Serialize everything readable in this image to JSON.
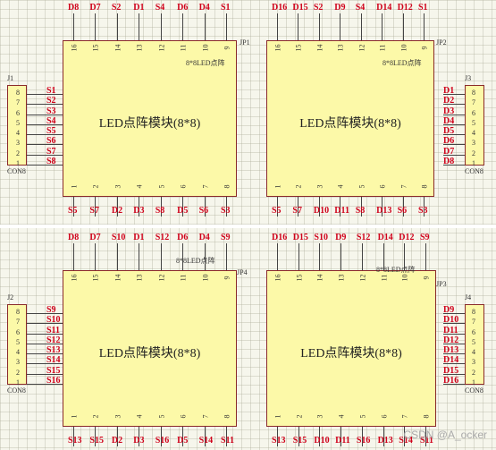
{
  "quadrants": [
    {
      "id": "q1",
      "chip_title": "LED点阵模块(8*8)",
      "chip_label": "8*8LED点阵",
      "jp": "JP1",
      "top_pin_numbers": [
        "16",
        "15",
        "14",
        "13",
        "12",
        "11",
        "10",
        "9"
      ],
      "bottom_pin_numbers": [
        "1",
        "2",
        "3",
        "4",
        "5",
        "6",
        "7",
        "8"
      ],
      "top_nets": [
        "D8",
        "D7",
        "S2",
        "D1",
        "S4",
        "D6",
        "D4",
        "S1"
      ],
      "bottom_nets": [
        "S5",
        "S7",
        "D2",
        "D3",
        "S8",
        "D5",
        "S6",
        "S3"
      ],
      "conn": {
        "ref": "J1",
        "name": "CON8",
        "side": "left",
        "pins": [
          "8",
          "7",
          "6",
          "5",
          "4",
          "3",
          "2",
          "1"
        ],
        "nets": [
          "S1",
          "S2",
          "S3",
          "S4",
          "S5",
          "S6",
          "S7",
          "S8"
        ]
      }
    },
    {
      "id": "q2",
      "chip_title": "LED点阵模块(8*8)",
      "chip_label": "8*8LED点阵",
      "jp": "JP2",
      "top_pin_numbers": [
        "16",
        "15",
        "14",
        "13",
        "12",
        "11",
        "10",
        "9"
      ],
      "bottom_pin_numbers": [
        "1",
        "2",
        "3",
        "4",
        "5",
        "6",
        "7",
        "8"
      ],
      "top_nets": [
        "D16",
        "D15",
        "S2",
        "D9",
        "S4",
        "D14",
        "D12",
        "S1"
      ],
      "bottom_nets": [
        "S5",
        "S7",
        "D10",
        "D11",
        "S8",
        "D13",
        "S6",
        "S3"
      ],
      "conn": {
        "ref": "J3",
        "name": "CON8",
        "side": "right",
        "pins": [
          "8",
          "7",
          "6",
          "5",
          "4",
          "3",
          "2",
          "1"
        ],
        "nets": [
          "D1",
          "D2",
          "D3",
          "D4",
          "D5",
          "D6",
          "D7",
          "D8"
        ]
      }
    },
    {
      "id": "q3",
      "chip_title": "LED点阵模块(8*8)",
      "chip_label": "8*8LED点阵",
      "jp": "JP4",
      "top_pin_numbers": [
        "16",
        "15",
        "14",
        "13",
        "12",
        "11",
        "10",
        "9"
      ],
      "bottom_pin_numbers": [
        "1",
        "2",
        "3",
        "4",
        "5",
        "6",
        "7",
        "8"
      ],
      "top_nets": [
        "D8",
        "D7",
        "S10",
        "D1",
        "S12",
        "D6",
        "D4",
        "S9"
      ],
      "bottom_nets": [
        "S13",
        "S15",
        "D2",
        "D3",
        "S16",
        "D5",
        "S14",
        "S11"
      ],
      "conn": {
        "ref": "J2",
        "name": "CON8",
        "side": "left",
        "pins": [
          "8",
          "7",
          "6",
          "5",
          "4",
          "3",
          "2",
          "1"
        ],
        "nets": [
          "S9",
          "S10",
          "S11",
          "S12",
          "S13",
          "S14",
          "S15",
          "S16"
        ]
      }
    },
    {
      "id": "q4",
      "chip_title": "LED点阵模块(8*8)",
      "chip_label": "8*8LED点阵",
      "jp": "JP3",
      "top_pin_numbers": [
        "16",
        "15",
        "14",
        "13",
        "12",
        "11",
        "10",
        "9"
      ],
      "bottom_pin_numbers": [
        "1",
        "2",
        "3",
        "4",
        "5",
        "6",
        "7",
        "8"
      ],
      "top_nets": [
        "D16",
        "D15",
        "S10",
        "D9",
        "S12",
        "D14",
        "D12",
        "S9"
      ],
      "bottom_nets": [
        "S13",
        "S15",
        "D10",
        "D11",
        "S16",
        "D13",
        "S14",
        "S11"
      ],
      "conn": {
        "ref": "J4",
        "name": "CON8",
        "side": "right",
        "pins": [
          "8",
          "7",
          "6",
          "5",
          "4",
          "3",
          "2",
          "1"
        ],
        "nets": [
          "D9",
          "D10",
          "D11",
          "D12",
          "D13",
          "D14",
          "D15",
          "D16"
        ]
      }
    }
  ],
  "watermark": "CSDN @A_ocker",
  "colors": {
    "net": "#d0021b",
    "chip_fill": "#fcf9a8",
    "outline": "#8a2a2a"
  }
}
